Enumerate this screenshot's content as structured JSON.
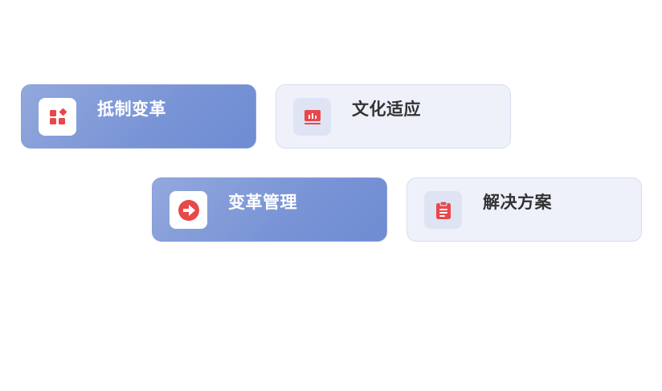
{
  "colors": {
    "accent_blue": "#7a95d6",
    "light_card": "#eef1fa",
    "icon_red": "#e8484a"
  },
  "cards": [
    {
      "label": "抵制变革",
      "icon": "apps-diamond-icon",
      "style": "blue"
    },
    {
      "label": "文化适应",
      "icon": "presentation-chart-icon",
      "style": "light"
    },
    {
      "label": "变革管理",
      "icon": "arrow-right-circle-icon",
      "style": "blue"
    },
    {
      "label": "解决方案",
      "icon": "clipboard-icon",
      "style": "light"
    }
  ]
}
